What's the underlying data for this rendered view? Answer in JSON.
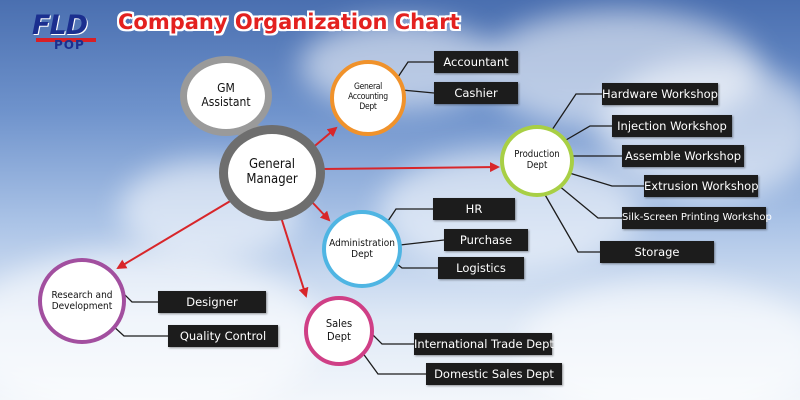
{
  "logo": {
    "text_main": "FLD",
    "text_sub": "POP"
  },
  "title": "Company Organization Chart",
  "nodes": {
    "gm_assistant": "GM\nAssistant",
    "general_manager": "General\nManager",
    "general_accounting": "General Accounting\nDept",
    "administration": "Administration\nDept",
    "production": "Production\nDept",
    "research": "Research and\nDevelopment",
    "sales": "Sales\nDept"
  },
  "boxes": {
    "accountant": "Accountant",
    "cashier": "Cashier",
    "hr": "HR",
    "purchase": "Purchase",
    "logistics": "Logistics",
    "hardware": "Hardware Workshop",
    "injection": "Injection Workshop",
    "assemble": "Assemble Workshop",
    "extrusion": "Extrusion Workshop",
    "silkscreen": "Silk-Screen Printing Workshop",
    "storage": "Storage",
    "designer": "Designer",
    "quality": "Quality Control",
    "international": "International Trade Dept",
    "domestic": "Domestic Sales Dept"
  },
  "colors": {
    "title_red": "#e3211f",
    "arrow_red": "#d8262a",
    "general_manager_ring": "#6e6e6e",
    "gm_assistant_ring": "#9a9a9a",
    "accounting_ring": "#f0922b",
    "administration_ring": "#4fb5e3",
    "production_ring": "#a8cf45",
    "research_ring": "#a24f9f",
    "sales_ring": "#cf3f86",
    "box_fill": "#1c1c1c"
  }
}
